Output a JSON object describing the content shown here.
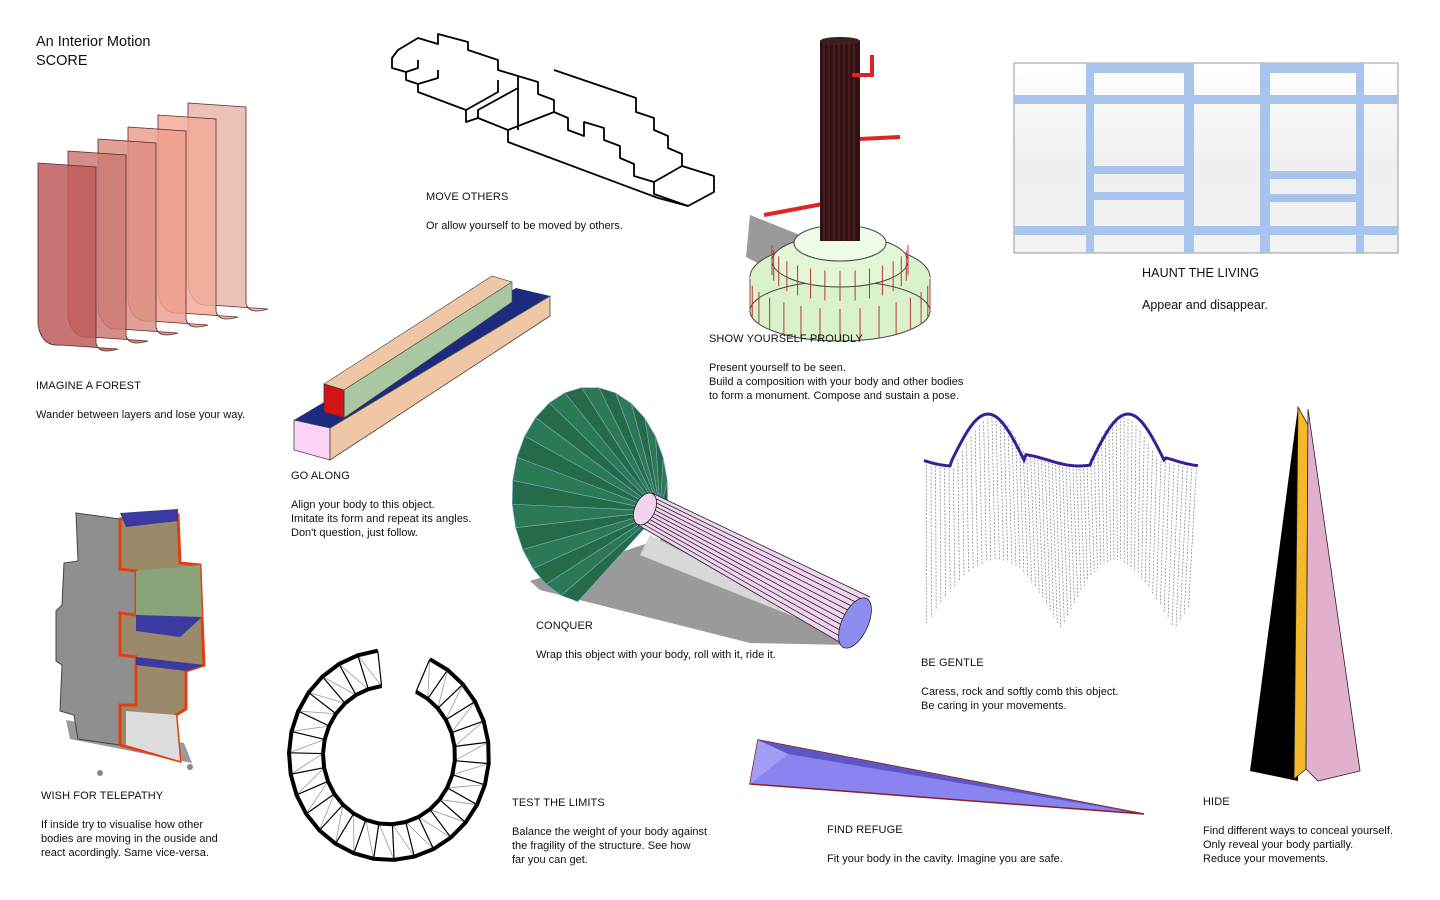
{
  "title": {
    "line1": "An Interior Motion",
    "line2": "SCORE"
  },
  "items": {
    "forest": {
      "heading": "IMAGINE A FOREST",
      "lines": [
        "Wander between layers and lose your way."
      ]
    },
    "move": {
      "heading": "MOVE OTHERS",
      "lines": [
        "Or allow yourself to be moved by others."
      ]
    },
    "show": {
      "heading": "SHOW YOURSELF PROUDLY",
      "lines": [
        "Present yourself to be seen.",
        "Build a composition with your body and other bodies",
        "to form a monument. Compose and sustain a pose."
      ]
    },
    "haunt": {
      "heading": "HAUNT THE LIVING",
      "lines": [
        "Appear and disappear."
      ]
    },
    "along": {
      "heading": "GO ALONG",
      "lines": [
        "Align your body to this object.",
        "Imitate its form and repeat its angles.",
        "Don't question, just follow."
      ]
    },
    "conquer": {
      "heading": "CONQUER",
      "lines": [
        "Wrap this object with your body, roll with it, ride it."
      ]
    },
    "gentle": {
      "heading": "BE GENTLE",
      "lines": [
        "Caress, rock and softly comb this object.",
        "Be caring in your movements."
      ]
    },
    "telepathy": {
      "heading": "WISH FOR TELEPATHY",
      "lines": [
        "If inside try to visualise how other",
        "bodies are moving in the ouside and",
        "react acordingly. Same vice-versa."
      ]
    },
    "limits": {
      "heading": "TEST THE LIMITS",
      "lines": [
        "Balance the weight of your body against",
        "the fragility of the structure. See how",
        "far you can get."
      ]
    },
    "refuge": {
      "heading": "FIND REFUGE",
      "lines": [
        "Fit your body in the cavity. Imagine you are safe."
      ]
    },
    "hide": {
      "heading": "HIDE",
      "lines": [
        "Find different ways to conceal yourself.",
        "Only reveal your body partially.",
        "Reduce your movements."
      ]
    }
  },
  "colors": {
    "forest": [
      "#c05a5c",
      "#cd7a74",
      "#dc8f82",
      "#ee9f8e",
      "#f2ac98",
      "#e8b6ac"
    ],
    "pole": "#2a1416",
    "pole_line": "#8a1e22",
    "peg": "#e02424",
    "plinth": "#d9f2cc",
    "plinth_line": "#b33a3a",
    "window_frame": "#a8c4ec",
    "bar_top": "#a9c7a0",
    "bar_side": "#f0c7a6",
    "bar_end": "#d41414",
    "bar_base_top": "#1c2a80",
    "bar_base_end": "#fbd3f4",
    "cone": "#2c7a55",
    "tube": "#f1d4ef",
    "tube_end": "#8f8cf0",
    "curtain": "#3a1e96",
    "shelf_side": "#8f8f8f",
    "shelf_edge": "#e04010",
    "shelf_inner": [
      "#9a8a6a",
      "#8aa47a",
      "#3a3aa0"
    ],
    "refuge": "#8a84f0",
    "refuge_edge": "#8a1e22",
    "hide": [
      "#000000",
      "#f5b829",
      "#e2b0cc"
    ]
  }
}
